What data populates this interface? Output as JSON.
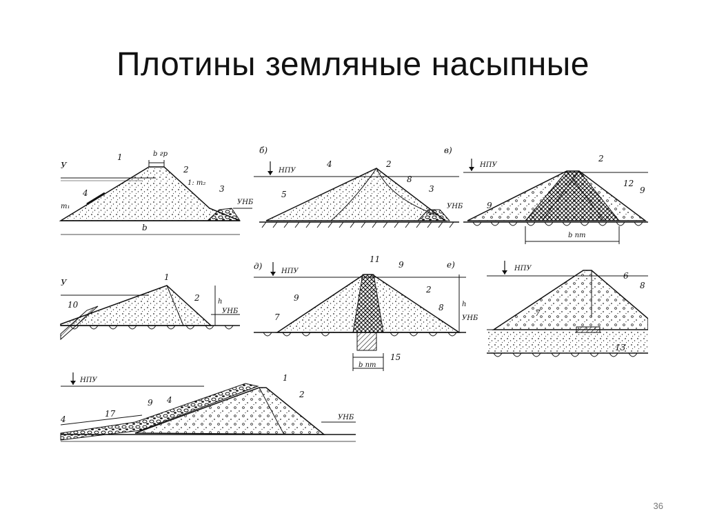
{
  "slide": {
    "title": "Плотины земляные насыпные",
    "page_number": "36"
  },
  "figure": {
    "panel_letters": [
      "б)",
      "в)",
      "д)",
      "е)"
    ],
    "level_labels": {
      "npu": "НПУ",
      "unb": "УНБ",
      "u": "У"
    },
    "dimension_labels": {
      "b_gr": "b гр",
      "b": "b",
      "b_pt": "b пт",
      "h": "h",
      "slope_m1": "m₁",
      "slope_m2": "1: m₂"
    },
    "part_numbers": {
      "a": [
        "1",
        "2",
        "3",
        "4"
      ],
      "b": [
        "2",
        "8",
        "5",
        "4",
        "3"
      ],
      "c": [
        "2",
        "12",
        "9",
        "9"
      ],
      "d": [
        "1",
        "2",
        "10"
      ],
      "e": [
        "11",
        "9",
        "9",
        "2",
        "8",
        "7",
        "15"
      ],
      "f": [
        "6",
        "8",
        "7",
        "13"
      ],
      "g": [
        "1",
        "2",
        "9",
        "4",
        "17",
        "4"
      ]
    }
  }
}
